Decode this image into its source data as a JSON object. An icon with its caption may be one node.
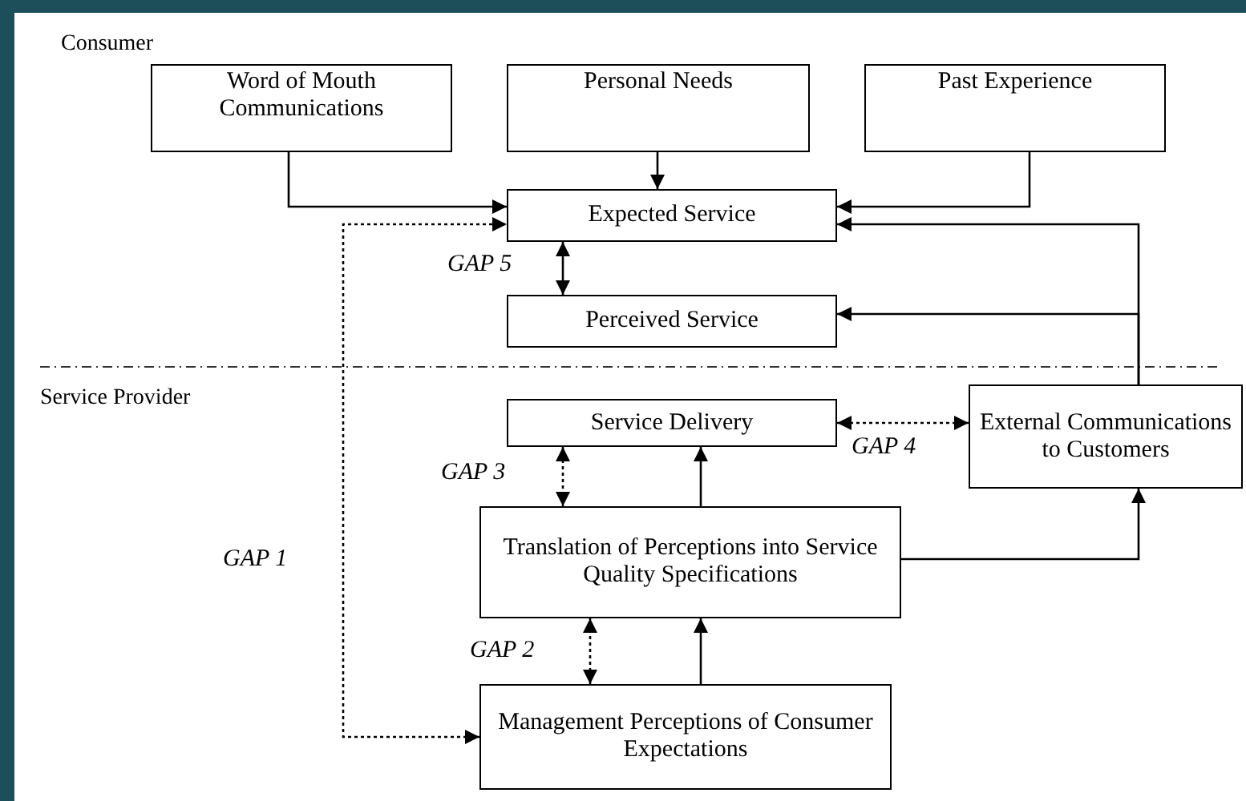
{
  "diagram": {
    "nodes": [
      {
        "text": [
          "Word of Mouth Communications"
        ]
      },
      {
        "text": [
          "Personal Needs"
        ]
      },
      {
        "text": [
          "Past Experience"
        ]
      },
      {
        "text": [
          "Expected Service"
        ]
      },
      {
        "text": [
          "Perceived Service"
        ]
      },
      {
        "text": [
          "Service Delivery"
        ]
      },
      {
        "text": [
          "External Communications to Customers"
        ]
      },
      {
        "text": [
          "Translation of Perceptions into Service Quality Specifications"
        ]
      },
      {
        "text": [
          "Management Perceptions of Consumer Expectations"
        ]
      }
    ],
    "edges": [
      {
        "from": 0,
        "to": 3,
        "arrow": "to"
      },
      {
        "from": 1,
        "to": 3,
        "arrow": "to"
      },
      {
        "from": 2,
        "to": 3,
        "arrow": "to"
      },
      {
        "from": 6,
        "to": 3,
        "arrow": "to"
      },
      {
        "from": 6,
        "to": 4,
        "arrow": "to"
      },
      {
        "from": 3,
        "to": 4,
        "arrow": "both",
        "label": "GAP 5"
      },
      {
        "from": 8,
        "to": 3,
        "arrow": "both",
        "label": "GAP 1",
        "style": "dashed"
      },
      {
        "from": 5,
        "to": 6,
        "arrow": "both",
        "label": "GAP 4",
        "style": "dashed"
      },
      {
        "from": 5,
        "to": 7,
        "arrow": "both",
        "label": "GAP 3",
        "style": "dashed"
      },
      {
        "from": 7,
        "to": 5,
        "arrow": "to"
      },
      {
        "from": 7,
        "to": 6,
        "arrow": "to"
      },
      {
        "from": 8,
        "to": 7,
        "arrow": "both",
        "label": "GAP 2",
        "style": "dashed"
      },
      {
        "from": 8,
        "to": 7,
        "arrow": "to"
      }
    ],
    "labels": [
      "Consumer",
      "Service Provider"
    ]
  }
}
